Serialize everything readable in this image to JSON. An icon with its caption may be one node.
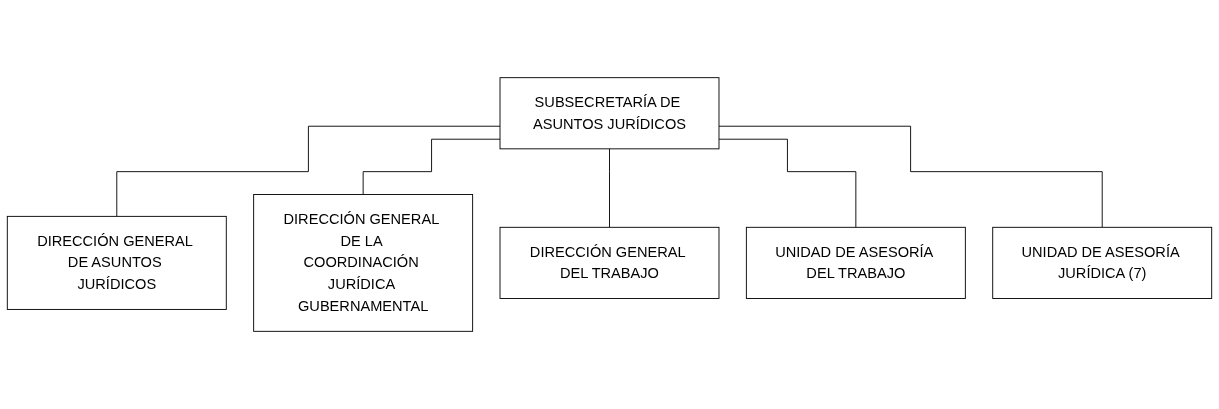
{
  "diagram": {
    "nodes": [
      {
        "text": [
          "SUBSECRETARÍA DE ASUNTOS JURÍDICOS"
        ]
      },
      {
        "text": [
          "DIRECCIÓN GENERAL DE ASUNTOS JURÍDICOS"
        ]
      },
      {
        "text": [
          "DIRECCIÓN GENERAL DE LA COORDINACIÓN JURÍDICA GUBERNAMENTAL"
        ]
      },
      {
        "text": [
          "DIRECCIÓN GENERAL DEL TRABAJO"
        ]
      },
      {
        "text": [
          "UNIDAD DE ASESORÍA DEL TRABAJO"
        ]
      },
      {
        "text": [
          "UNIDAD DE ASESORÍA JURÍDICA (7)"
        ]
      }
    ],
    "edges": [
      {
        "from": 0,
        "to": 1,
        "arrow": "none"
      },
      {
        "from": 0,
        "to": 2,
        "arrow": "none"
      },
      {
        "from": 0,
        "to": 3,
        "arrow": "none"
      },
      {
        "from": 0,
        "to": 4,
        "arrow": "none"
      },
      {
        "from": 0,
        "to": 5,
        "arrow": "none"
      }
    ]
  }
}
